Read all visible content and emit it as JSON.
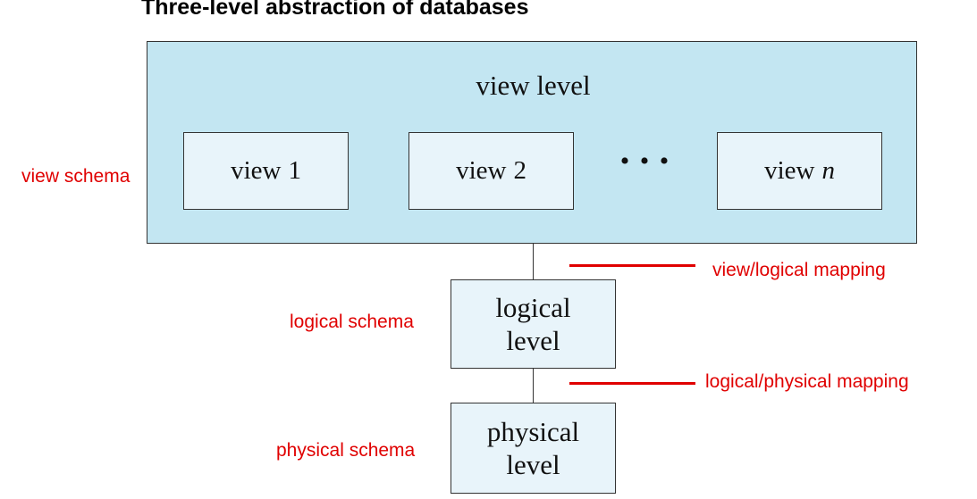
{
  "title": "Three-level abstraction of databases",
  "diagram": {
    "view_level": {
      "label": "view level",
      "views": [
        {
          "prefix": "view",
          "suffix": "1",
          "suffix_italic": false
        },
        {
          "prefix": "view",
          "suffix": "2",
          "suffix_italic": false
        },
        {
          "prefix": "view",
          "suffix": "n",
          "suffix_italic": true
        }
      ],
      "ellipsis": "• • •"
    },
    "logical_level": {
      "line1": "logical",
      "line2": "level"
    },
    "physical_level": {
      "line1": "physical",
      "line2": "level"
    }
  },
  "annotations": {
    "view_schema": "view schema",
    "logical_schema": "logical schema",
    "physical_schema": "physical schema",
    "view_logical_mapping": "view/logical mapping",
    "logical_physical_mapping": "logical/physical mapping"
  },
  "colors": {
    "annotation": "#e00000",
    "view_level_fill": "#c3e6f2",
    "box_fill": "#e8f4fa"
  }
}
